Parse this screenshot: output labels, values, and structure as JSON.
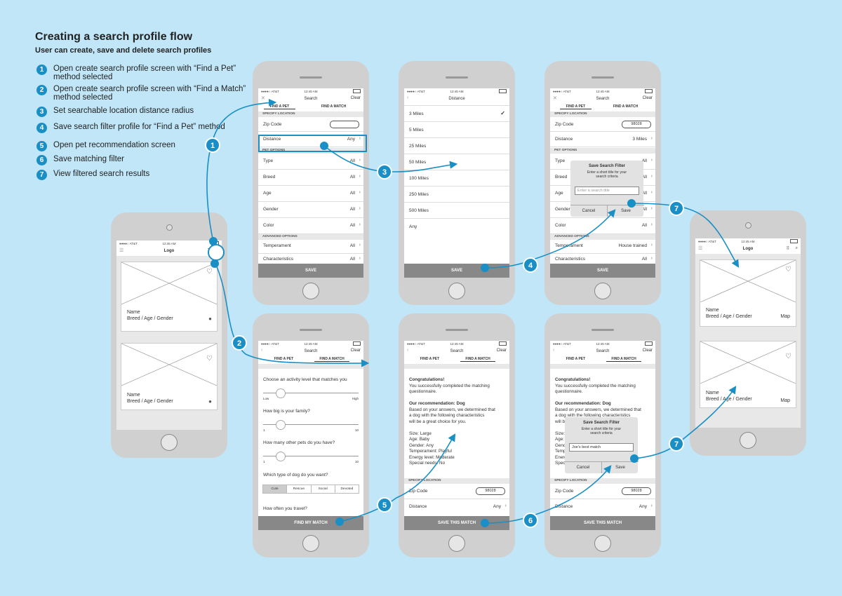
{
  "legend": {
    "title": "Creating a search profile flow",
    "subtitle": "User can create, save and delete search profiles",
    "items": [
      {
        "n": "1",
        "text": "Open create search profile screen with “Find a Pet” method selected"
      },
      {
        "n": "2",
        "text": "Open create search profile screen with “Find a Match” method selected"
      },
      {
        "n": "3",
        "text": "Set searchable location distance radius"
      },
      {
        "n": "4",
        "text": "Save search filter profile for “Find a Pet” method"
      },
      {
        "n": "5",
        "text": "Open pet recommendation screen"
      },
      {
        "n": "6",
        "text": "Save matching filter"
      },
      {
        "n": "7",
        "text": "View filtered search results"
      }
    ]
  },
  "status": {
    "carrier": "●●●●○ AT&T",
    "time": "12:45 AM"
  },
  "feed": {
    "logo": "Logo",
    "card_name": "Name",
    "card_meta": "Breed / Age / Gender",
    "map": "Map"
  },
  "search": {
    "title": "Search",
    "clear": "Clear",
    "tab_pet": "FIND A PET",
    "tab_match": "FIND A MATCH",
    "sec_location": "SPECIFY LOCATION",
    "sec_pet": "PET OPTIONS",
    "sec_adv": "ADVANCED OPTIONS",
    "zip": "Zip Code",
    "zip_value": "98028",
    "distance": "Distance",
    "any": "Any",
    "all": "All",
    "three_miles": "3 Miles",
    "type": "Type",
    "breed": "Breed",
    "age": "Age",
    "gender": "Gender",
    "color": "Color",
    "temperament": "Temperament",
    "house_trained": "House trained",
    "characteristics": "Characteristics",
    "save": "SAVE"
  },
  "distance_screen": {
    "title": "Distance",
    "options": [
      "3 Miles",
      "5 Miles",
      "25 Miles",
      "50 Miles",
      "100 Miles",
      "250 Miles",
      "500 Miles",
      "Any"
    ],
    "save": "SAVE"
  },
  "modal": {
    "title": "Save Search Filter",
    "desc_1": "Enter a short title for your",
    "desc_2": "search criteria",
    "placeholder": "Enter a search title",
    "filled": "Joe's best match",
    "cancel": "Cancel",
    "save": "Save"
  },
  "match": {
    "q1": "Choose an activity level that matches you",
    "low": "Low",
    "high": "High",
    "q2": "How big is your family?",
    "one": "1",
    "ten": "10",
    "q3": "How many other pets do you have?",
    "q4": "Which type of dog do you want?",
    "seg": [
      "Cute",
      "Rescue",
      "Social",
      "Devoted"
    ],
    "q5": "How often you travel?",
    "find_btn": "FIND MY MATCH"
  },
  "result": {
    "congrats": "Congratulations!",
    "completed_1": "You successfully completed the matching",
    "completed_2": "questionnaire.",
    "rec": "Our recommendation: Dog",
    "body_1": "Based on your answers, we determined that",
    "body_2": "a dog with the following characteristics",
    "body_3": "will be a great choice for you.",
    "size": "Size: Large",
    "age": "Age: Baby",
    "gender": "Gender: Any",
    "temperament": "Temperament: Playful",
    "energy": "Energy level: Moderate",
    "special": "Special needs: No",
    "save_match": "SAVE THIS MATCH"
  },
  "badges": {
    "b1": "1",
    "b2": "2",
    "b3": "3",
    "b4": "4",
    "b5": "5",
    "b6": "6",
    "b7a": "7",
    "b7b": "7"
  },
  "colors": {
    "accent": "#1a8fc5",
    "background": "#c0e6f8",
    "phone": "#d0d0d0",
    "bar": "#888888"
  }
}
